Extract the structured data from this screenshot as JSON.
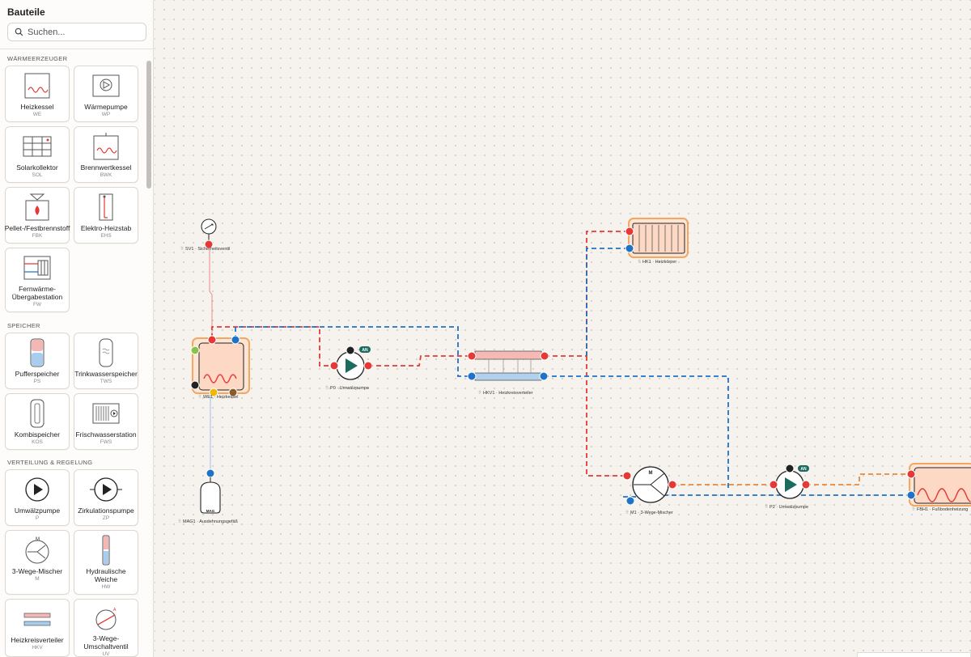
{
  "sidebar": {
    "title": "Bauteile",
    "search": {
      "placeholder": "Suchen..."
    },
    "sections": {
      "waermeerzeuger": "WÄRMEERZEUGER",
      "speicher": "SPEICHER",
      "verteilung": "VERTEILUNG & REGELUNG"
    },
    "items": [
      {
        "name": "Heizkessel",
        "code": "WE",
        "icon": "heizkessel-icon"
      },
      {
        "name": "Wärmepumpe",
        "code": "WP",
        "icon": "waermepumpe-icon"
      },
      {
        "name": "Solarkollektor",
        "code": "SOL",
        "icon": "solarkollektor-icon"
      },
      {
        "name": "Brennwertkessel",
        "code": "BWK",
        "icon": "brennwertkessel-icon"
      },
      {
        "name": "Pellet-/Festbrennstoff",
        "code": "FBK",
        "icon": "pellet-icon"
      },
      {
        "name": "Elektro-Heizstab",
        "code": "EHS",
        "icon": "heizstab-icon"
      },
      {
        "name": "Fernwärme-Übergabestation",
        "code": "FW",
        "icon": "fernwaerme-icon"
      },
      {
        "name": "Pufferspeicher",
        "code": "PS",
        "icon": "pufferspeicher-icon"
      },
      {
        "name": "Trinkwasserspeicher",
        "code": "TWS",
        "icon": "trinkwasserspeicher-icon"
      },
      {
        "name": "Kombispeicher",
        "code": "KOS",
        "icon": "kombispeicher-icon"
      },
      {
        "name": "Frischwasserstation",
        "code": "FWS",
        "icon": "frischwasserstation-icon"
      },
      {
        "name": "Umwälzpumpe",
        "code": "P",
        "icon": "pump-icon"
      },
      {
        "name": "Zirkulationspumpe",
        "code": "ZP",
        "icon": "zirkulationspumpe-icon"
      },
      {
        "name": "3-Wege-Mischer",
        "code": "M",
        "icon": "mixer-icon"
      },
      {
        "name": "Hydraulische Weiche",
        "code": "HW",
        "icon": "weiche-icon"
      },
      {
        "name": "Heizkreisverteiler",
        "code": "HKV",
        "icon": "verteiler-icon"
      },
      {
        "name": "3-Wege-Umschaltventil",
        "code": "UV",
        "icon": "umschaltventil-icon"
      }
    ]
  },
  "canvas": {
    "components": [
      {
        "id": "SV1",
        "label": "SV1 · Sicherheitsventil",
        "symbol": "SV"
      },
      {
        "id": "WE1",
        "label": "WE1 · Heizkessel"
      },
      {
        "id": "P0",
        "label": "P0 · Umwälzpumpe",
        "badge": "AN"
      },
      {
        "id": "HKV1",
        "label": "HKV1 · Heizkreisverteiler"
      },
      {
        "id": "HK1",
        "label": "HK1 · Heizkörper"
      },
      {
        "id": "M1",
        "label": "M1 · 3-Wege-Mischer",
        "symbol": "M"
      },
      {
        "id": "P2",
        "label": "P2 · Umwälzpumpe",
        "badge": "AN"
      },
      {
        "id": "FBH1",
        "label": "FBH1 · Fußbodenheizung"
      },
      {
        "id": "MAG1",
        "label": "MAG1 · Ausdehnungsgefäß",
        "symbol": "MAG"
      }
    ]
  },
  "colors": {
    "supply": "#e53935",
    "return": "#1e73c8",
    "mixed": "#e8893a",
    "pump_green": "#1b6b5e",
    "highlight": "#f3a760"
  }
}
